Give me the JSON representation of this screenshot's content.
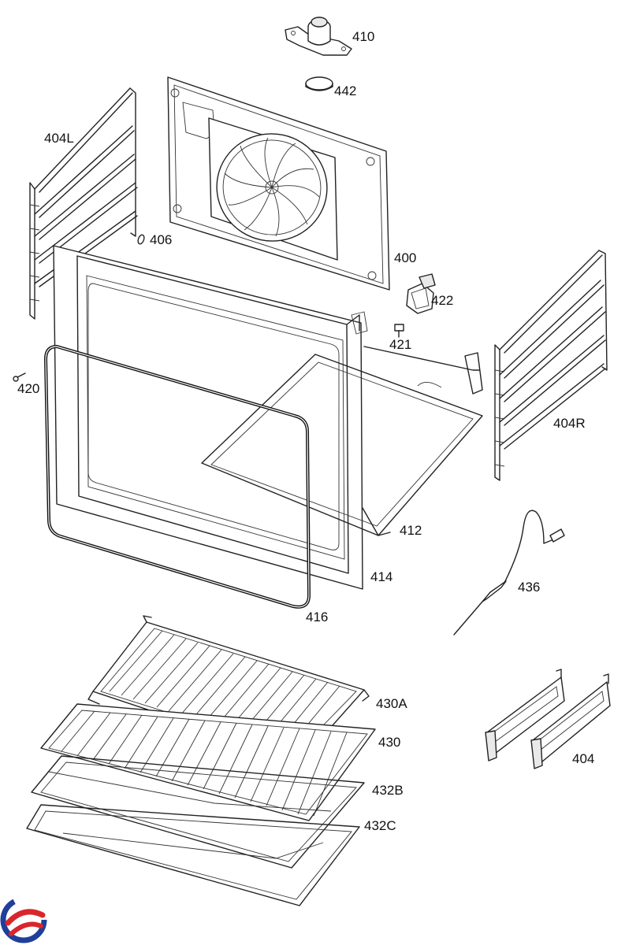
{
  "diagram": {
    "labels": {
      "p410": "410",
      "p442": "442",
      "p404L": "404L",
      "p406": "406",
      "p400": "400",
      "p422": "422",
      "p421": "421",
      "p420": "420",
      "p404R": "404R",
      "p412": "412",
      "p414": "414",
      "p416": "416",
      "p436": "436",
      "p430A": "430A",
      "p430": "430",
      "p432B": "432B",
      "p432C": "432C",
      "p404": "404"
    }
  },
  "colors": {
    "line": "#222222",
    "logo_blue": "#1f3f9a",
    "logo_red": "#d8262c"
  }
}
